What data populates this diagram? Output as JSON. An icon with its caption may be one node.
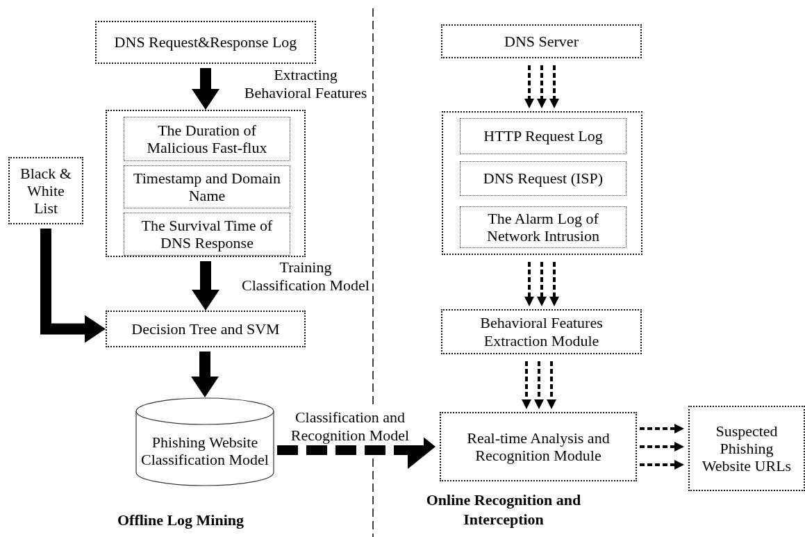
{
  "diagram": {
    "nodes": [
      {
        "text": [
          "DNS Request&Response Log"
        ]
      },
      {
        "text": [],
        "shape": "box"
      },
      {
        "text": [
          "The Duration of Malicious Fast-flux"
        ],
        "in": 1
      },
      {
        "text": [
          "Timestamp and Domain Name"
        ],
        "in": 1
      },
      {
        "text": [
          "The Survival Time of DNS Response"
        ],
        "in": 1
      },
      {
        "text": [
          "Black & White List"
        ]
      },
      {
        "text": [
          "Decision Tree and SVM"
        ]
      },
      {
        "text": [
          "Phishing Website Classification Model"
        ]
      },
      {
        "text": [
          "DNS Server"
        ]
      },
      {
        "text": [],
        "shape": "box"
      },
      {
        "text": [
          "HTTP Request Log"
        ],
        "in": 9
      },
      {
        "text": [
          "DNS Request (ISP)"
        ],
        "in": 9
      },
      {
        "text": [
          "The Alarm Log of Network Intrusion"
        ],
        "in": 9
      },
      {
        "text": [
          "Behavioral Features Extraction Module"
        ]
      },
      {
        "text": [
          "Real-time Analysis and Recognition Module"
        ]
      },
      {
        "text": [
          "Suspected Phishing Website URLs"
        ]
      }
    ],
    "edges": [
      {
        "from": 0,
        "to": 1,
        "arrow": "to",
        "style": "thick",
        "label": "Extracting Behavioral Features"
      },
      {
        "from": 1,
        "to": 6,
        "arrow": "to",
        "style": "thick",
        "label": "Training Classification Model"
      },
      {
        "from": 5,
        "to": 6,
        "arrow": "to",
        "style": "thick"
      },
      {
        "from": 6,
        "to": 7,
        "arrow": "to",
        "style": "thick"
      },
      {
        "from": 7,
        "to": 14,
        "arrow": "to",
        "style": "dashed",
        "label": "Classification and Recognition Model"
      },
      {
        "from": 8,
        "to": 9,
        "arrow": "to",
        "style": "dashed"
      },
      {
        "from": 8,
        "to": 9,
        "arrow": "to",
        "style": "dashed"
      },
      {
        "from": 8,
        "to": 9,
        "arrow": "to",
        "style": "dashed"
      },
      {
        "from": 9,
        "to": 13,
        "arrow": "to",
        "style": "dashed"
      },
      {
        "from": 9,
        "to": 13,
        "arrow": "to",
        "style": "dashed"
      },
      {
        "from": 9,
        "to": 13,
        "arrow": "to",
        "style": "dashed"
      },
      {
        "from": 13,
        "to": 14,
        "arrow": "to",
        "style": "dashed"
      },
      {
        "from": 13,
        "to": 14,
        "arrow": "to",
        "style": "dashed"
      },
      {
        "from": 13,
        "to": 14,
        "arrow": "to",
        "style": "dashed"
      },
      {
        "from": 14,
        "to": 15,
        "arrow": "to",
        "style": "dashed"
      },
      {
        "from": 14,
        "to": 15,
        "arrow": "to",
        "style": "dashed"
      },
      {
        "from": 14,
        "to": 15,
        "arrow": "to",
        "style": "dashed"
      }
    ],
    "labels": [
      "Offline Log Mining",
      "Online Recognition and Interception"
    ]
  }
}
